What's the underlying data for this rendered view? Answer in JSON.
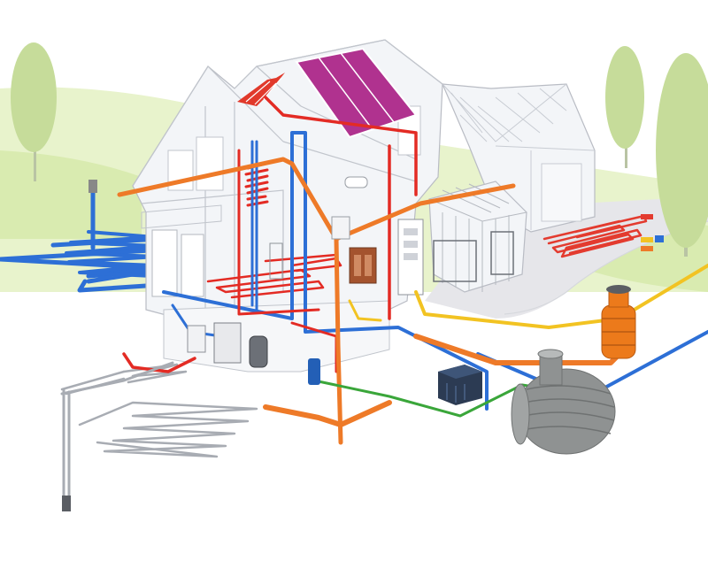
{
  "colors": {
    "background": "#ffffff",
    "lawn": "#d9ebb0",
    "lawn_light": "#e8f3cc",
    "path": "#e6e6ea",
    "house_outline": "#b9bcc4",
    "house_glass": "#f3f5f8",
    "solar_panel": "#b0328f",
    "solar_collector": "#e1392b",
    "cold_water": "#2d6fd6",
    "hot_water": "#e32b24",
    "waste_pipe": "#ee7a28",
    "rain_pipe": "#f2c322",
    "ground_loop": "#e33b2f",
    "geothermal": "#a8acb3",
    "green_line": "#3aa63a",
    "tank_grey": "#8f9292",
    "tank_orange": "#ec7a1b",
    "tree": "#c6dc9a"
  },
  "components": [
    {
      "name": "roof-solar-panel",
      "icon": "solar-panel-icon"
    },
    {
      "name": "solar-thermal-collector",
      "icon": "collector-icon"
    },
    {
      "name": "underfloor-heating",
      "icon": "heating-coil-icon"
    },
    {
      "name": "rainwater-tank",
      "icon": "tank-icon"
    },
    {
      "name": "septic-tank",
      "icon": "tank-icon"
    },
    {
      "name": "ground-heat-collector",
      "icon": "ground-loop-icon"
    },
    {
      "name": "geothermal-probe",
      "icon": "probe-icon"
    },
    {
      "name": "heat-pump",
      "icon": "heat-pump-icon"
    },
    {
      "name": "winter-garden",
      "icon": "conservatory-icon"
    },
    {
      "name": "garage",
      "icon": "garage-icon"
    }
  ]
}
